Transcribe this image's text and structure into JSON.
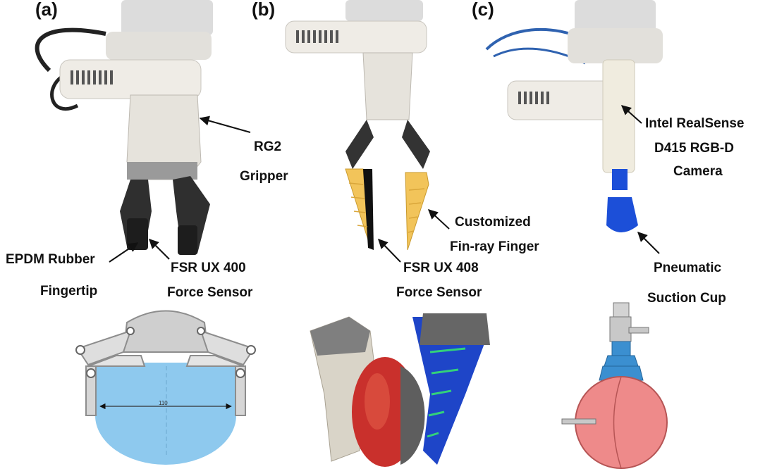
{
  "panels": {
    "a": {
      "letter": "(a)",
      "labels": {
        "rg2_line1": "RG2",
        "rg2_line2": "Gripper",
        "epdm_line1": "EPDM Rubber",
        "epdm_line2": "Fingertip",
        "fsr400_line1": "FSR UX 400",
        "fsr400_line2": "Force Sensor"
      },
      "cad_dimension": "110"
    },
    "b": {
      "letter": "(b)",
      "labels": {
        "finray_line1": "Customized",
        "finray_line2": "Fin-ray Finger",
        "fsr408_line1": "FSR UX 408",
        "fsr408_line2": "Force Sensor"
      }
    },
    "c": {
      "letter": "(c)",
      "labels": {
        "camera_line1": "Intel RealSense",
        "camera_line2": "D415 RGB-D",
        "camera_line3": "Camera",
        "suction_line1": "Pneumatic",
        "suction_line2": "Suction Cup"
      }
    }
  },
  "colors": {
    "robot_body": "#e9e6df",
    "robot_dark": "#2b2b2b",
    "finger_yellow": "#f2c45a",
    "suction_blue": "#1c4fd8",
    "cad_blue": "#8ec9ee",
    "apple_red": "#c9302c",
    "fem_blue": "#1e45c8",
    "sphere_pink": "#ee8a8a"
  }
}
